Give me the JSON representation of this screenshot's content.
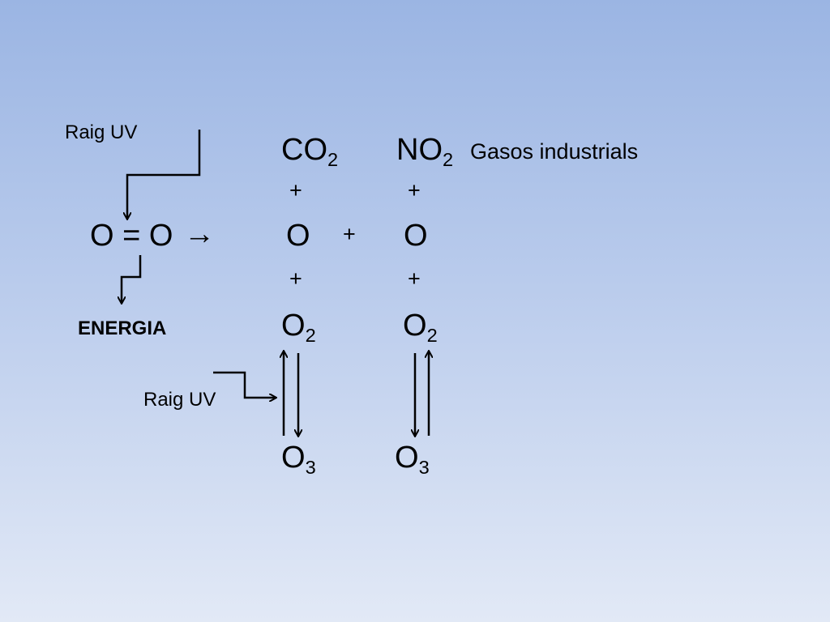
{
  "labels": {
    "raig_uv_top": "Raig  UV",
    "raig_uv_bottom": "Raig  UV",
    "oxygen_molecule": "O = O",
    "reaction_arrow": "→",
    "energia": "ENERGIA",
    "gasos_industrials": "Gasos industrials"
  },
  "left_column": {
    "top_base": "CO",
    "top_sub": "2",
    "plus_1": "+",
    "middle": "O",
    "plus_2": "+",
    "o2_base": "O",
    "o2_sub": "2",
    "o3_base": "O",
    "o3_sub": "3"
  },
  "center_plus": "+",
  "right_column": {
    "top_base": "NO",
    "top_sub": "2",
    "plus_1": "+",
    "middle": "O",
    "plus_2": "+",
    "o2_base": "O",
    "o2_sub": "2",
    "o3_base": "O",
    "o3_sub": "3"
  },
  "colors": {
    "background_top": "#9bb5e3",
    "background_bottom": "#e2e9f6",
    "text": "#000000"
  }
}
